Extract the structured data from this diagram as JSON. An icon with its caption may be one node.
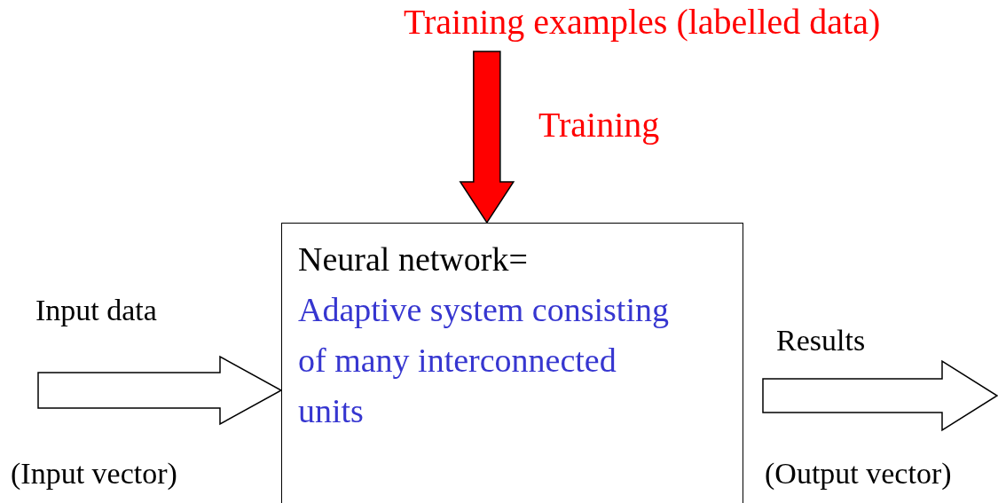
{
  "diagram": {
    "nodes": [
      {
        "text": [
          "Training examples (labelled data)"
        ]
      },
      {
        "text": [
          "Neural network=",
          "Adaptive system consisting of many interconnected units"
        ]
      }
    ],
    "edges": [
      {
        "from": 0,
        "to": 1,
        "arrow": "to",
        "label": "Training",
        "color": "#ff0000"
      },
      {
        "from": null,
        "to": 1,
        "arrow": "to",
        "label": "Input data"
      },
      {
        "from": 1,
        "to": null,
        "arrow": "to",
        "label": "Results"
      }
    ],
    "labels": [
      "(Input vector)",
      "(Output vector)"
    ]
  }
}
